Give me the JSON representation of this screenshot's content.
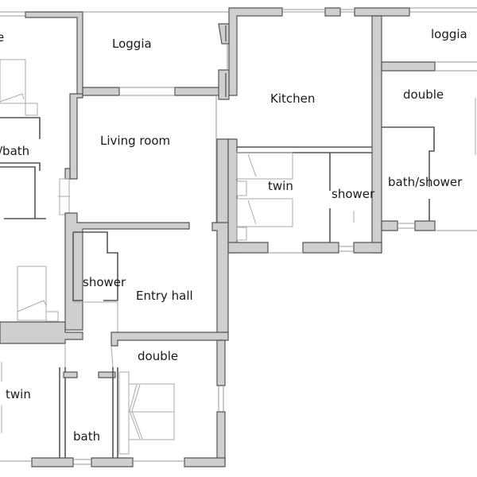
{
  "plan": {
    "rooms": [
      {
        "id": "partial-top-left",
        "label": "e"
      },
      {
        "id": "loggia-left",
        "label": "Loggia"
      },
      {
        "id": "living-room",
        "label": "Living room"
      },
      {
        "id": "partial-bath-left",
        "label": "/bath"
      },
      {
        "id": "kitchen",
        "label": "Kitchen"
      },
      {
        "id": "loggia-right",
        "label": "loggia"
      },
      {
        "id": "double-right",
        "label": "double"
      },
      {
        "id": "twin-center",
        "label": "twin"
      },
      {
        "id": "shower-center",
        "label": "shower"
      },
      {
        "id": "bath-shower-right",
        "label": "bath/shower"
      },
      {
        "id": "shower-left",
        "label": "shower"
      },
      {
        "id": "entry-hall",
        "label": "Entry hall"
      },
      {
        "id": "double-bottom",
        "label": "double"
      },
      {
        "id": "twin-bottom-left",
        "label": "twin"
      },
      {
        "id": "bath-bottom",
        "label": "bath"
      }
    ],
    "colors": {
      "wall_fill": "#cfcfcf",
      "wall_stroke": "#555555",
      "background": "#ffffff"
    }
  }
}
